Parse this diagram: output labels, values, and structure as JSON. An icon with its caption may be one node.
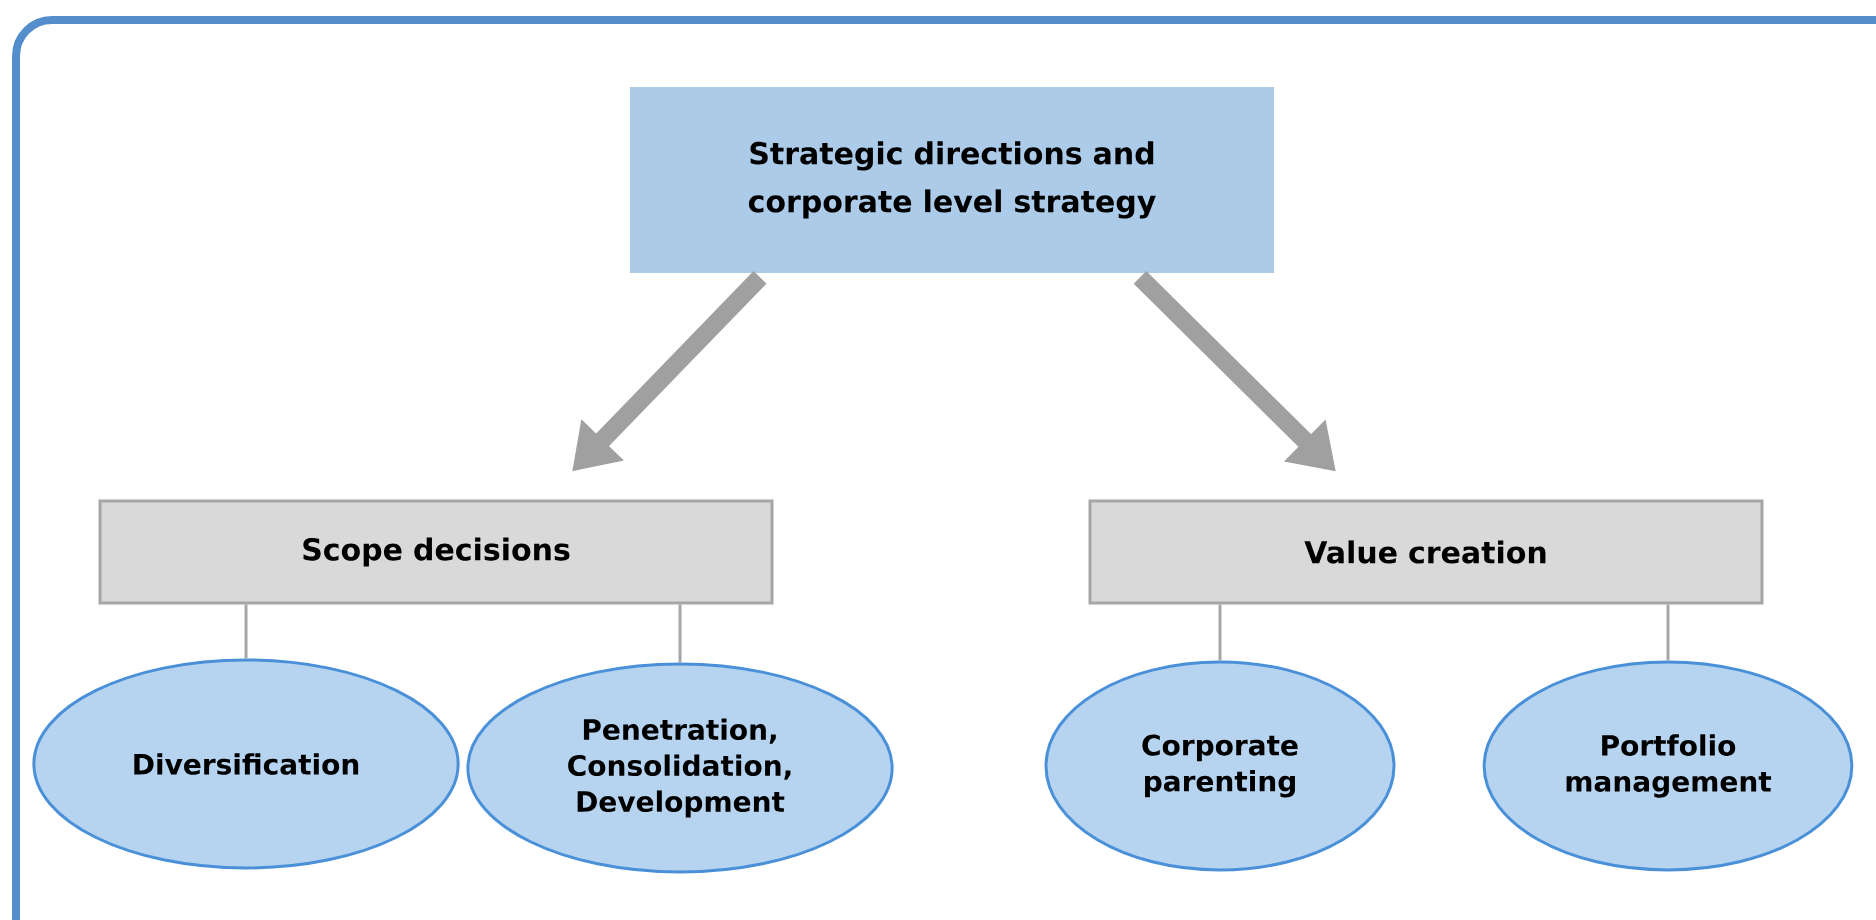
{
  "diagram": {
    "nodes": [
      {
        "text": [
          "Strategic directions and corporate level strategy"
        ]
      },
      {
        "text": [
          "Scope decisions"
        ]
      },
      {
        "text": [
          "Value creation"
        ]
      },
      {
        "text": [
          "Diversification"
        ]
      },
      {
        "text": [
          "Penetration, Consolidation, Development"
        ]
      },
      {
        "text": [
          "Corporate parenting"
        ]
      },
      {
        "text": [
          "Portfolio management"
        ]
      }
    ],
    "edges": [
      {
        "from": 0,
        "to": 1,
        "arrow": "to",
        "style": "thick"
      },
      {
        "from": 0,
        "to": 2,
        "arrow": "to",
        "style": "thick"
      },
      {
        "from": 1,
        "to": 3,
        "arrow": "none"
      },
      {
        "from": 1,
        "to": 4,
        "arrow": "none"
      },
      {
        "from": 2,
        "to": 5,
        "arrow": "none"
      },
      {
        "from": 2,
        "to": 6,
        "arrow": "none"
      }
    ]
  }
}
